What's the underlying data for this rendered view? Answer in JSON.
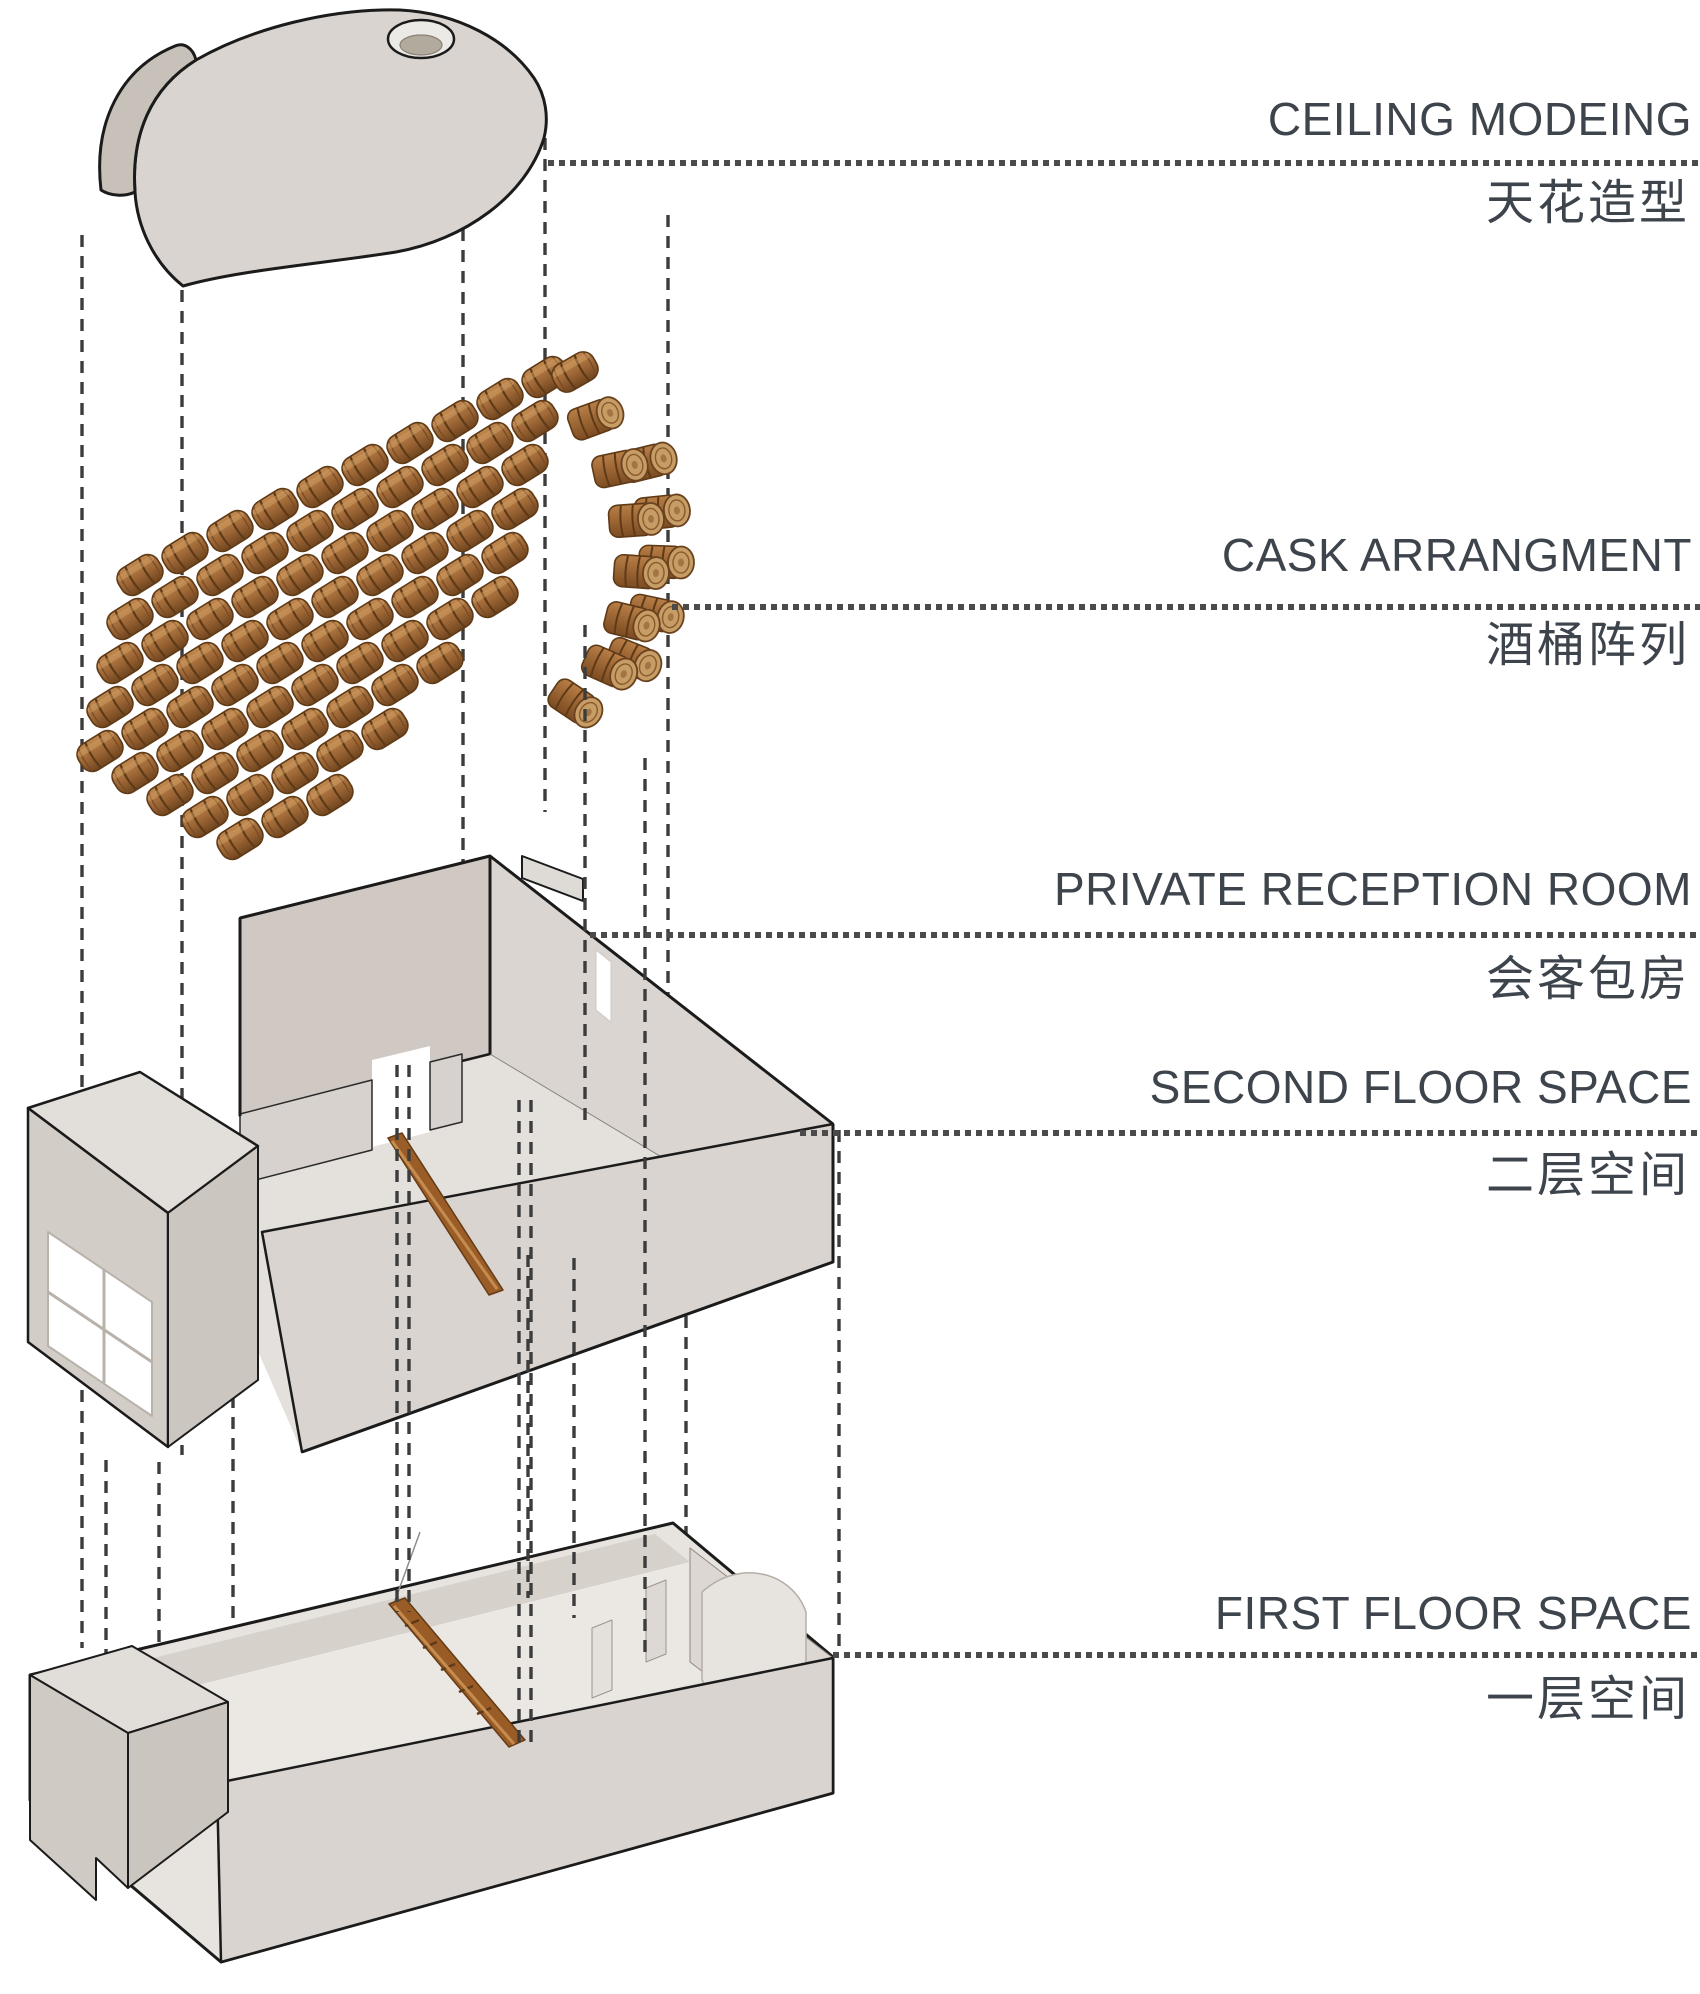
{
  "diagram": {
    "annotations": [
      {
        "en": "CEILING MODEING",
        "zh": "天花造型"
      },
      {
        "en": "CASK ARRANGMENT",
        "zh": "酒桶阵列"
      },
      {
        "en": "PRIVATE RECEPTION ROOM",
        "zh": "会客包房"
      },
      {
        "en": "SECOND FLOOR SPACE",
        "zh": "二层空间"
      },
      {
        "en": "FIRST FLOOR SPACE",
        "zh": "一层空间"
      }
    ],
    "colors": {
      "background": "#ffffff",
      "model_gray": "#d9d4d0",
      "model_shadow": "#c8c1ba",
      "interior_light": "#e7e3de",
      "wood": "#9a5d27",
      "wood_light": "#c58c50",
      "outline": "#1b1b1b",
      "projection_line": "#3c3c3c",
      "leader_dots": "#4b4b4b",
      "text": "#3e444c"
    }
  }
}
